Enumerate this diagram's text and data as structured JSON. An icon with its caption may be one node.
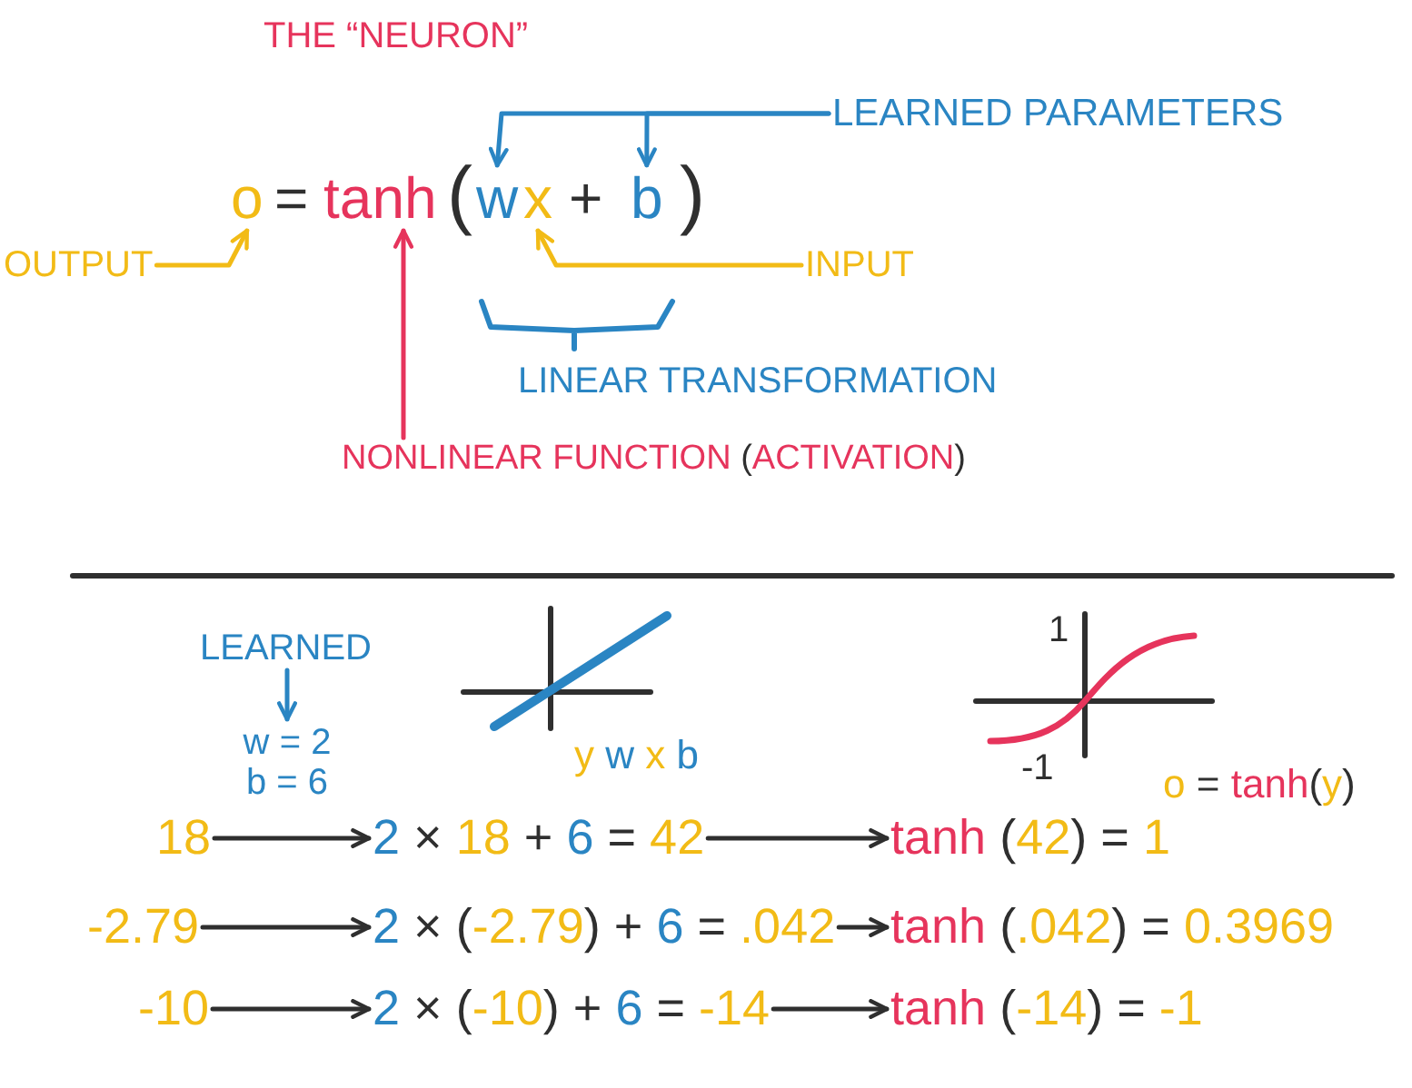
{
  "diagram": {
    "title": "THE “NEURON”",
    "nodes": [
      {
        "text": [
          "LEARNED PARAMETERS"
        ]
      },
      {
        "text": [
          "o"
        ]
      },
      {
        "text": [
          "tanh"
        ]
      },
      {
        "text": [
          "w"
        ]
      },
      {
        "text": [
          "x"
        ]
      },
      {
        "text": [
          "b"
        ]
      },
      {
        "text": [
          "OUTPUT"
        ]
      },
      {
        "text": [
          "INPUT"
        ]
      },
      {
        "text": [
          "NONLINEAR FUNCTION (ACTIVATION)"
        ]
      },
      {
        "text": [
          "LEARNED"
        ]
      },
      {
        "text": [
          "w = 2 b = 6"
        ]
      },
      {
        "text": [
          "18"
        ]
      },
      {
        "text": [
          "2 × 18 + 6 = 42"
        ]
      },
      {
        "text": [
          "tanh (42) = 1"
        ]
      },
      {
        "text": [
          "-2.79"
        ]
      },
      {
        "text": [
          "2 × (-2.79) + 6 = .042"
        ]
      },
      {
        "text": [
          "tanh (.042) = 0.3969"
        ]
      },
      {
        "text": [
          "-10"
        ]
      },
      {
        "text": [
          "2 × (-10) + 6 = -14"
        ]
      },
      {
        "text": [
          "tanh (-14) = -1"
        ]
      }
    ],
    "edges": [
      {
        "from": 0,
        "to": 3,
        "arrow": "to",
        "color": "#2a85c3"
      },
      {
        "from": 0,
        "to": 5,
        "arrow": "to",
        "color": "#2a85c3"
      },
      {
        "from": 6,
        "to": 1,
        "arrow": "to",
        "color": "#f2bb16"
      },
      {
        "from": 7,
        "to": 4,
        "arrow": "to",
        "color": "#f2bb16"
      },
      {
        "from": 8,
        "to": 2,
        "arrow": "to",
        "color": "#e6345c"
      },
      {
        "from": 9,
        "to": 10,
        "arrow": "to",
        "color": "#2a85c3"
      },
      {
        "from": 11,
        "to": 12,
        "arrow": "to"
      },
      {
        "from": 12,
        "to": 13,
        "arrow": "to"
      },
      {
        "from": 14,
        "to": 15,
        "arrow": "to"
      },
      {
        "from": 15,
        "to": 16,
        "arrow": "to"
      },
      {
        "from": 17,
        "to": 18,
        "arrow": "to"
      },
      {
        "from": 18,
        "to": 19,
        "arrow": "to"
      }
    ],
    "labels": [
      "=",
      "(",
      "+",
      ")",
      "LINEAR TRANSFORMATION",
      "1",
      "y w x b",
      "-1",
      "o = tanh(y)"
    ]
  }
}
